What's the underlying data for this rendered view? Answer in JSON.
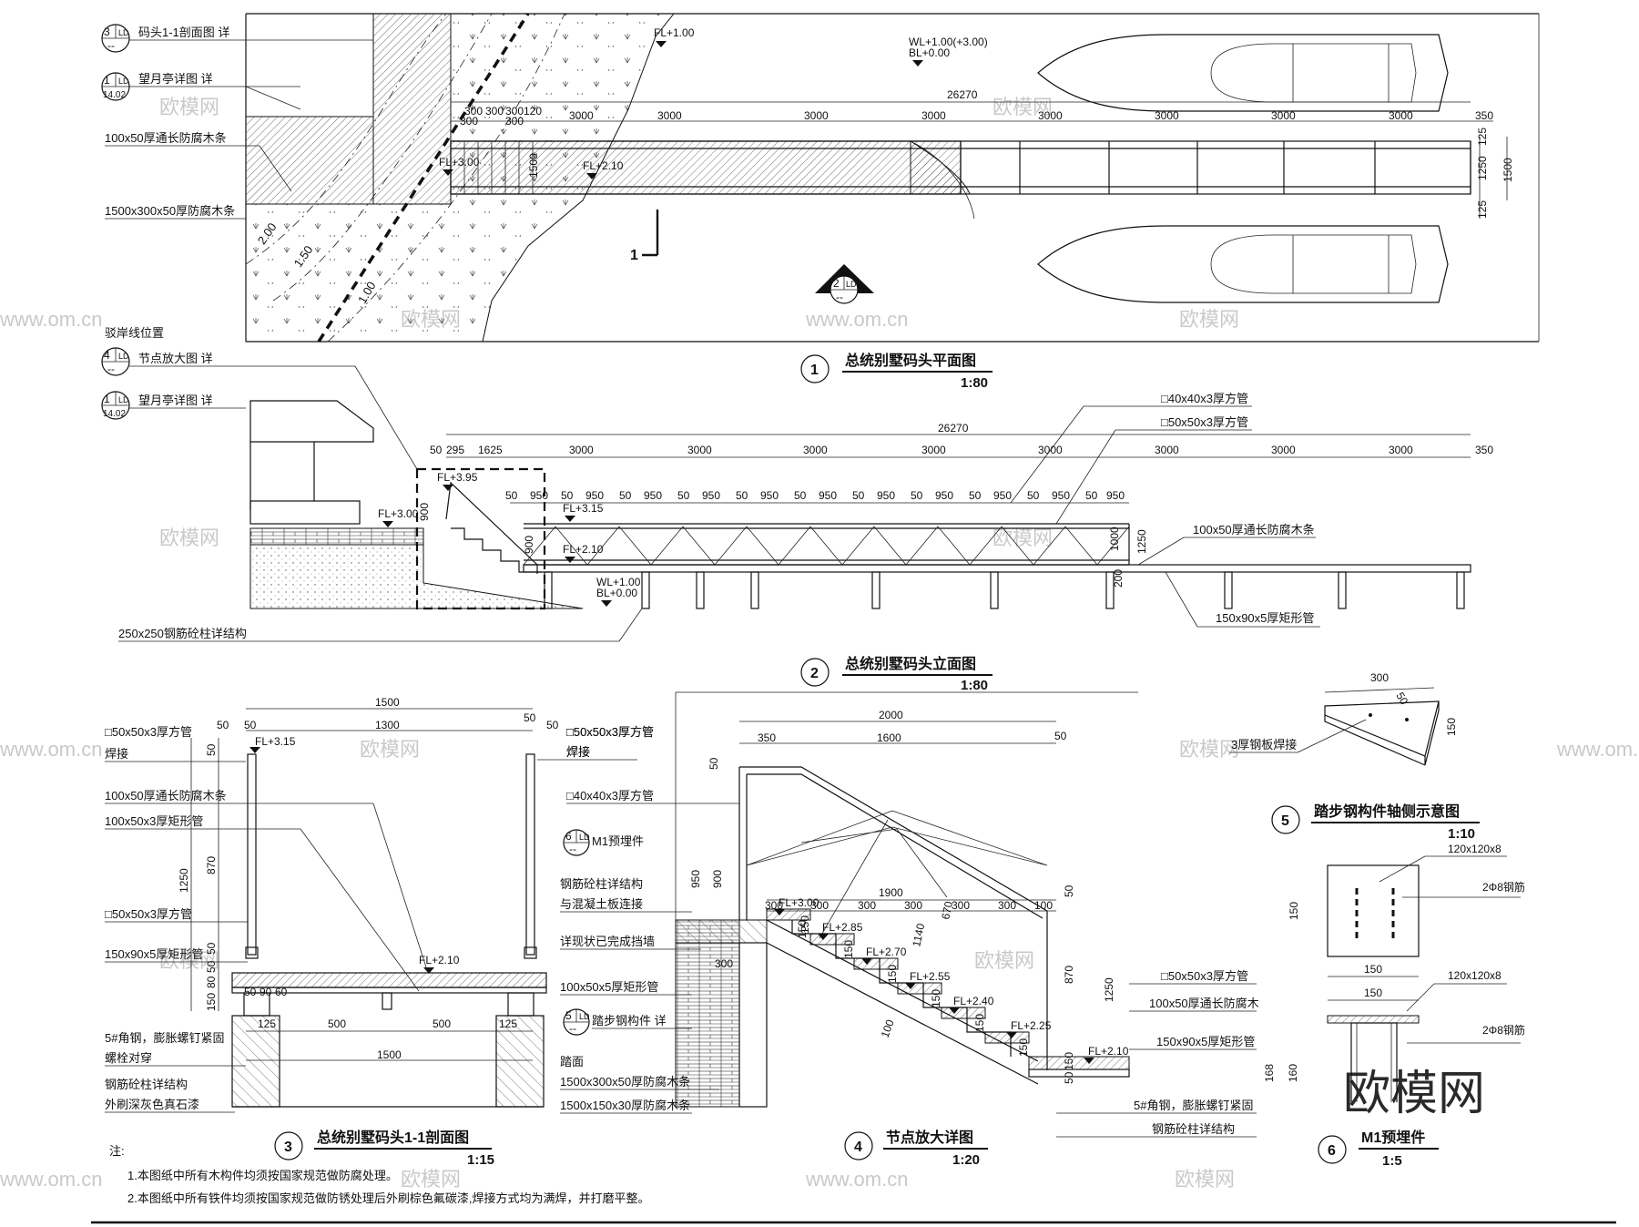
{
  "plan": {
    "title": "总统别墅码头平面图",
    "scale": "1:80",
    "number": "1",
    "refs": [
      {
        "num": "3",
        "sheet": "LD",
        "sub": "--",
        "text": "码头1-1剖面图 详"
      },
      {
        "num": "1",
        "sheet": "LD",
        "sub": "14.02",
        "text": "望月亭详图 详"
      }
    ],
    "labels": [
      "100x50厚通长防腐木条",
      "1500x300x50厚防腐木条",
      "驳岸线位置"
    ],
    "levels": [
      "FL+1.00",
      "WL+1.00(+3.00)",
      "BL+0.00",
      "FL+3.00",
      "FL+2.10"
    ],
    "dims_top": [
      "300",
      "300",
      "300",
      "120",
      "300",
      "300",
      "3000",
      "3000",
      "3000",
      "3000",
      "3000",
      "3000",
      "3000",
      "3000",
      "350"
    ],
    "total": "26270",
    "dims_right": [
      "125",
      "1250",
      "125",
      "1500"
    ],
    "dim_mid": "1500",
    "contours": [
      "2.00",
      "1.50",
      "1.00"
    ],
    "section_mark": "1",
    "callout": {
      "num": "2",
      "sheet": "LD",
      "sub": "--"
    }
  },
  "elevation": {
    "title": "总统别墅码头立面图",
    "scale": "1:80",
    "number": "2",
    "refs": [
      {
        "num": "4",
        "sheet": "LD",
        "sub": "--",
        "text": "节点放大图 详"
      },
      {
        "num": "1",
        "sheet": "LD",
        "sub": "14.02",
        "text": "望月亭详图 详"
      }
    ],
    "labels": [
      "□40x40x3厚方管",
      "□50x50x3厚方管",
      "100x50厚通长防腐木条",
      "150x90x5厚矩形管",
      "250x250钢筋砼柱详结构"
    ],
    "levels": [
      "FL+3.95",
      "FL+3.00",
      "FL+3.15",
      "FL+2.10",
      "WL+1.00",
      "BL+0.00"
    ],
    "total": "26270",
    "dims_top": [
      "50",
      "295",
      "1625",
      "3000",
      "3000",
      "3000",
      "3000",
      "3000",
      "3000",
      "3000",
      "3000",
      "350"
    ],
    "rail_dims": [
      "50",
      "950"
    ],
    "dims_side": [
      "900",
      "900",
      "1000",
      "1250",
      "200"
    ]
  },
  "section": {
    "title": "总统别墅码头1-1剖面图",
    "scale": "1:15",
    "number": "3",
    "dims_top": [
      "1500",
      "1300",
      "50",
      "50",
      "50",
      "50"
    ],
    "labels_left": [
      "□50x50x3厚方管",
      "焊接",
      "100x50厚通长防腐木条",
      "100x50x3厚矩形管",
      "□50x50x3厚方管",
      "150x90x5厚矩形管",
      "5#角钢，膨胀螺钉紧固",
      "螺栓对穿",
      "钢筋砼柱详结构",
      "外刷深灰色真石漆"
    ],
    "labels_right": [
      "□50x50x3厚方管",
      "焊接"
    ],
    "dims_left": [
      "50",
      "870",
      "1250",
      "50",
      "50",
      "80",
      "150"
    ],
    "dims_bottom": [
      "500",
      "500",
      "1500",
      "125",
      "125",
      "50",
      "90",
      "60"
    ],
    "level_top": "FL+3.15",
    "level_deck": "FL+2.10"
  },
  "detail": {
    "title": "节点放大详图",
    "scale": "1:20",
    "number": "4",
    "labels_left": [
      "□50x50x3厚方管",
      "焊接",
      "□40x40x3厚方管",
      "M1预埋件",
      "钢筋砼柱详结构",
      "与混凝土板连接",
      "详现状已完成挡墙",
      "100x50x5厚矩形管",
      "踏步钢构件 详",
      "踏面",
      "1500x300x50厚防腐木条",
      "1500x150x30厚防腐木条"
    ],
    "ref_m1": {
      "num": "6",
      "sheet": "LD",
      "sub": "--"
    },
    "ref_step": {
      "num": "5",
      "sheet": "LD",
      "sub": "--"
    },
    "labels_right": [
      "□50x50x3厚方管",
      "100x50厚通长防腐木",
      "150x90x5厚矩形管",
      "5#角钢，膨胀螺钉紧固",
      "钢筋砼柱详结构"
    ],
    "dims_top": [
      "2000",
      "350",
      "1600",
      "50"
    ],
    "dims_treads": [
      "300",
      "300",
      "300",
      "300",
      "300",
      "300",
      "100"
    ],
    "dim_1900": "1900",
    "dims_left": [
      "50",
      "950",
      "900",
      "150",
      "300"
    ],
    "dims_slope": [
      "1140",
      "670",
      "100"
    ],
    "dims_risers": [
      "150",
      "150",
      "150",
      "150",
      "150",
      "150"
    ],
    "dims_right": [
      "870",
      "1250",
      "50",
      "150",
      "50"
    ],
    "levels": [
      "FL+3.00",
      "FL+2.85",
      "FL+2.70",
      "FL+2.55",
      "FL+2.40",
      "FL+2.25",
      "FL+2.10"
    ]
  },
  "axo": {
    "title": "踏步钢构件轴侧示意图",
    "scale": "1:10",
    "number": "5",
    "label": "3厚钢板焊接",
    "dims": [
      "300",
      "50",
      "150"
    ]
  },
  "embed": {
    "title": "M1预埋件",
    "scale": "1:5",
    "number": "6",
    "plate": "120x120x8",
    "bars": "2Φ8钢筋",
    "dims_plan": [
      "150",
      "150"
    ],
    "plate2": "120x120x8",
    "bars2": "2Φ8钢筋",
    "dims_sec": [
      "150",
      "168",
      "160"
    ]
  },
  "notes": {
    "heading": "注:",
    "items": [
      "1.本图纸中所有木构件均须按国家规范做防腐处理。",
      "2.本图纸中所有铁件均须按国家规范做防锈处理后外刷棕色氟碳漆,焊接方式均为满焊，并打磨平整。"
    ]
  },
  "watermark": {
    "text": "欧模网",
    "url": "www.om.cn",
    "brand": "欧模网"
  }
}
